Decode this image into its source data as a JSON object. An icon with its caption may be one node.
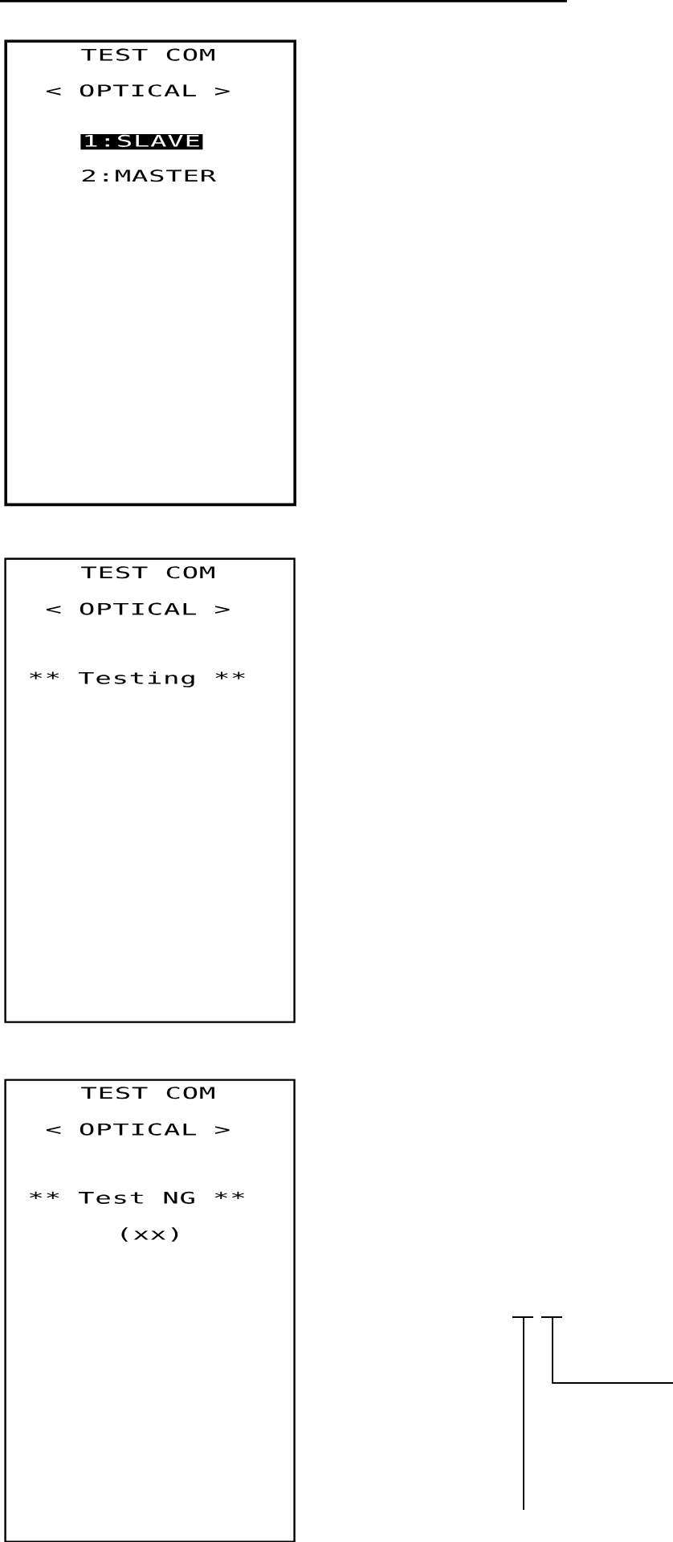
{
  "diagram": {
    "nodes": [
      {
        "text": [
          "TEST COM",
          "< OPTICAL >",
          "2:MASTER"
        ]
      },
      {
        "text": [
          "1:SLAVE"
        ],
        "in": 0
      },
      {
        "text": [
          "TEST COM",
          "< OPTICAL >",
          "** Testing **"
        ]
      },
      {
        "text": [
          "TEST COM",
          "< OPTICAL >",
          "** Test NG **",
          "(xx)"
        ]
      }
    ]
  }
}
